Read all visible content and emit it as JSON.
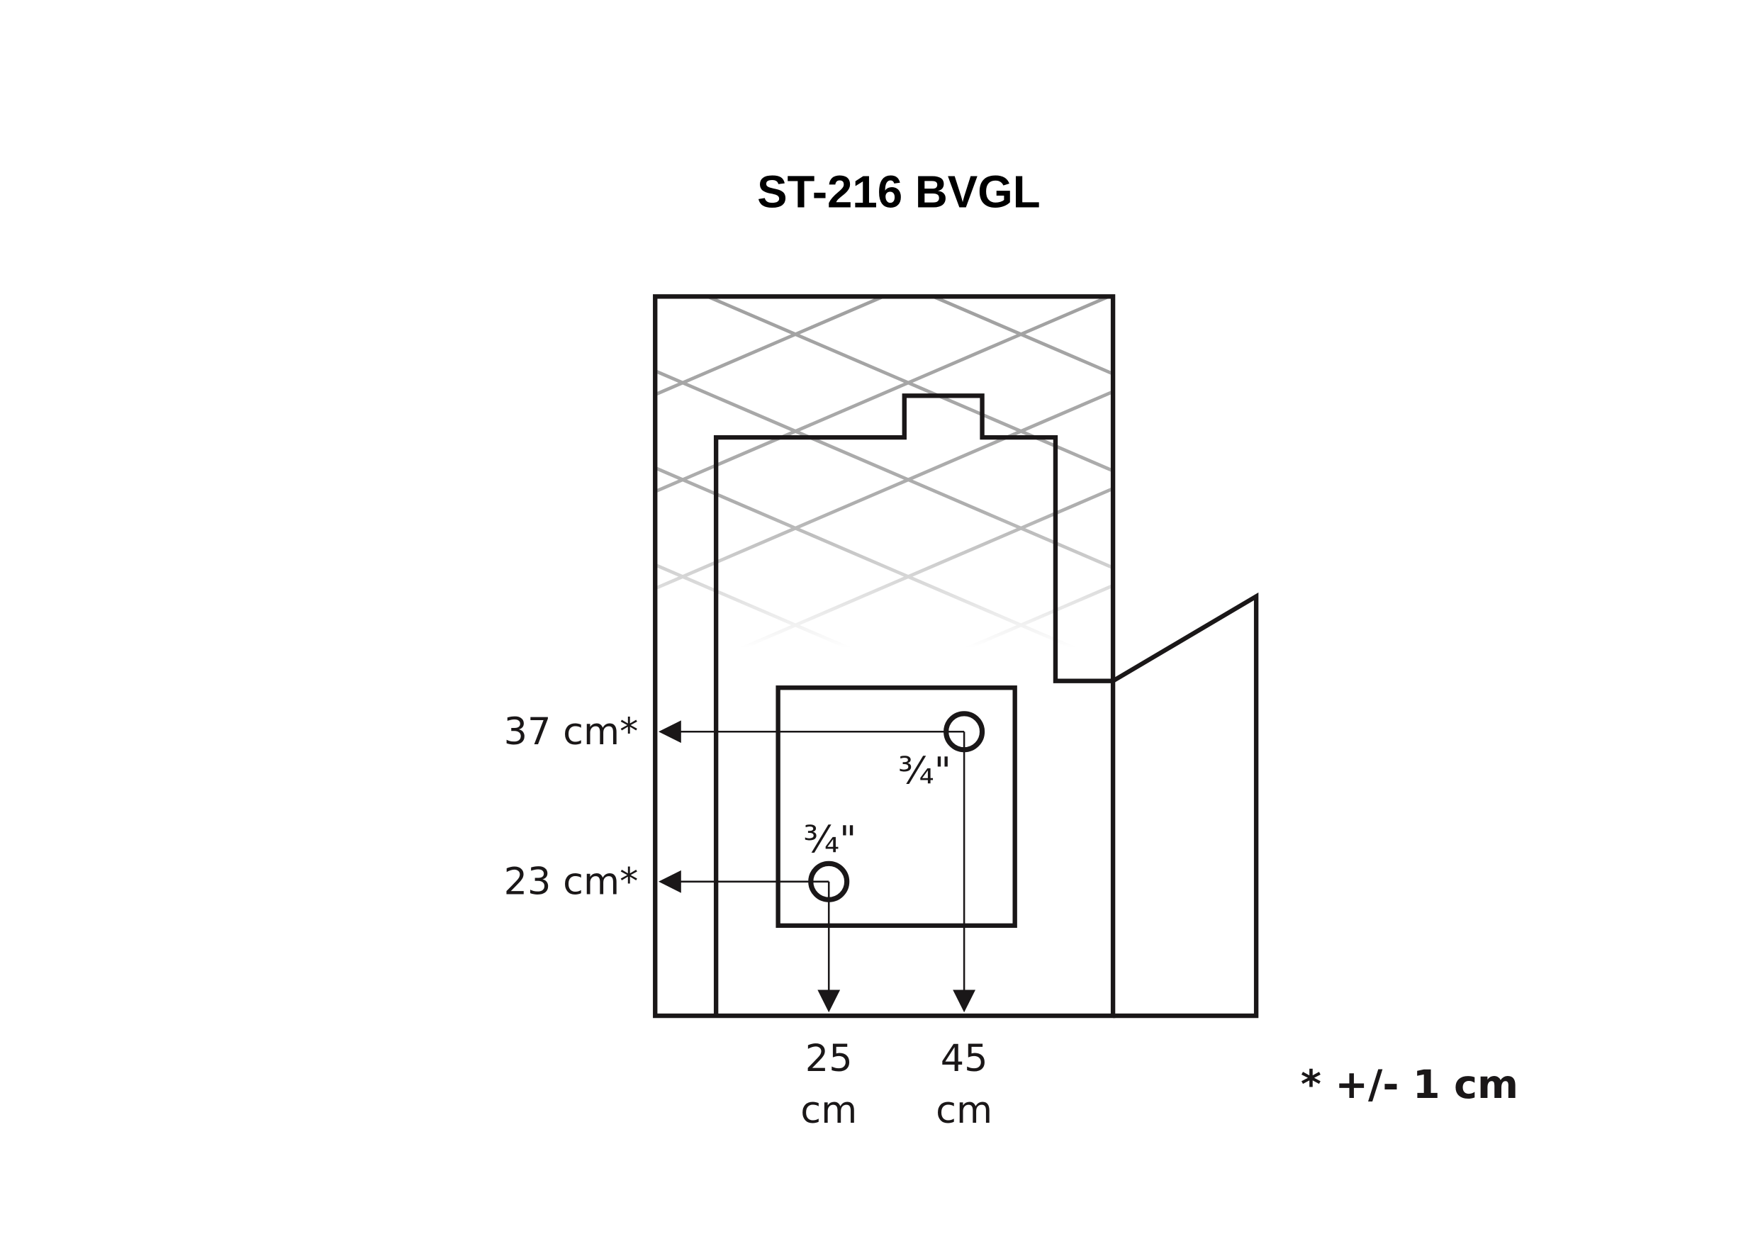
{
  "title": "ST-216 BVGL",
  "labels": {
    "height_upper": "37 cm*",
    "height_lower": "23 cm*",
    "pipe_size_upper": "¾\"",
    "pipe_size_lower": "¾\"",
    "distance_left_value": "25",
    "distance_left_unit": "cm",
    "distance_right_value": "45",
    "distance_right_unit": "cm"
  },
  "tolerance_note": "* +/- 1 cm",
  "colors": {
    "line": "#1a1718",
    "hatch": "#a0a0a0"
  }
}
